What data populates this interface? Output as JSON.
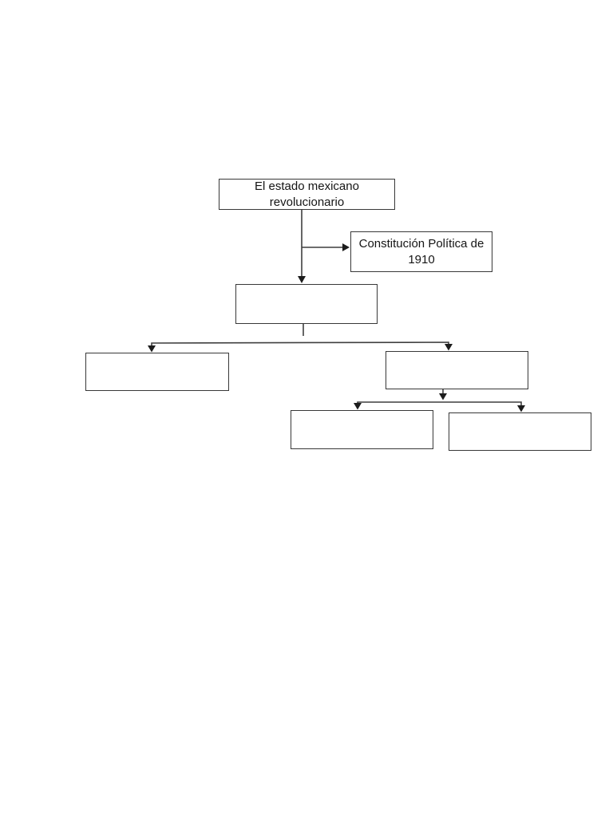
{
  "page": {
    "background_color": "#ffffff"
  },
  "diagram": {
    "type": "flowchart",
    "stroke_color": "#3f3f3f",
    "arrow_color": "#1c1c1c",
    "nodes": {
      "root": {
        "label": "El estado mexicano revolucionario"
      },
      "constitucion": {
        "label": "Constitución Política de 1910"
      },
      "level2": {
        "label": ""
      },
      "left_child": {
        "label": ""
      },
      "right_child": {
        "label": ""
      },
      "bottom_left_child": {
        "label": ""
      },
      "bottom_right_child": {
        "label": ""
      }
    },
    "edges": [
      {
        "from": "root",
        "to": "level2",
        "style": "arrow-down"
      },
      {
        "from": "root",
        "to": "constitucion",
        "style": "arrow-right-branch"
      },
      {
        "from": "level2",
        "to": "left_child",
        "style": "arrow-down-elbow"
      },
      {
        "from": "level2",
        "to": "right_child",
        "style": "arrow-down-elbow"
      },
      {
        "from": "right_child",
        "to": "bottom_left_child",
        "style": "arrow-down-elbow"
      },
      {
        "from": "right_child",
        "to": "bottom_right_child",
        "style": "arrow-down-elbow"
      }
    ]
  }
}
